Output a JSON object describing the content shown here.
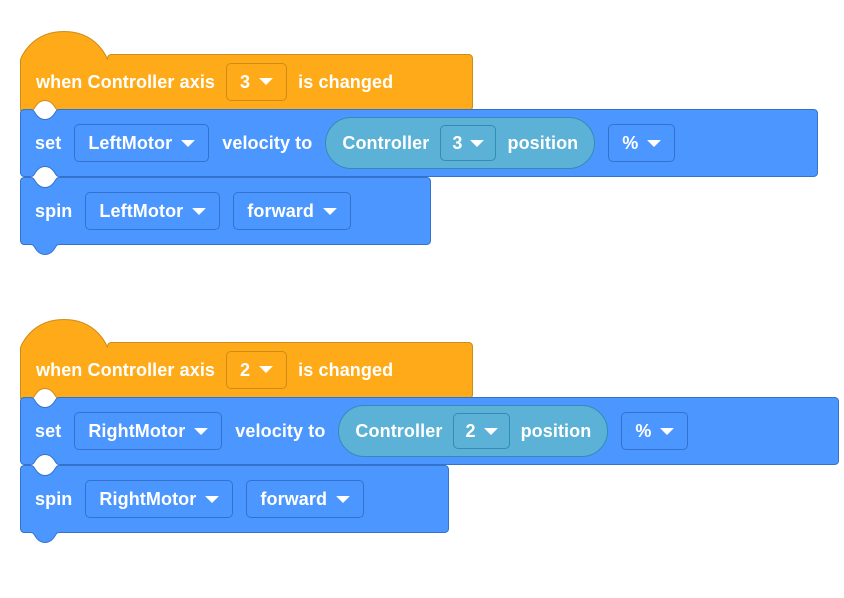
{
  "workspace": {
    "background_color": "#ffffff",
    "colors": {
      "event_block": "#FFAB19",
      "event_block_stroke": "#CF8B17",
      "motion_block": "#4C97FF",
      "motion_block_stroke": "#3373CC",
      "sensing_reporter": "#5CB1D6",
      "sensing_reporter_stroke": "#2E8EB8",
      "text": "#FFFFFF"
    }
  },
  "stacks": [
    {
      "id": "stack-1",
      "hat": {
        "text_before": "when Controller axis",
        "axis_dropdown": "3",
        "text_after": "is changed"
      },
      "set_block": {
        "keyword": "set",
        "motor_dropdown": "LeftMotor",
        "text_middle": "velocity to",
        "reporter": {
          "prefix": "Controller",
          "axis_dropdown": "3",
          "suffix": "position"
        },
        "unit_dropdown": "%"
      },
      "spin_block": {
        "keyword": "spin",
        "motor_dropdown": "LeftMotor",
        "direction_dropdown": "forward"
      }
    },
    {
      "id": "stack-2",
      "hat": {
        "text_before": "when Controller axis",
        "axis_dropdown": "2",
        "text_after": "is changed"
      },
      "set_block": {
        "keyword": "set",
        "motor_dropdown": "RightMotor",
        "text_middle": "velocity to",
        "reporter": {
          "prefix": "Controller",
          "axis_dropdown": "2",
          "suffix": "position"
        },
        "unit_dropdown": "%"
      },
      "spin_block": {
        "keyword": "spin",
        "motor_dropdown": "RightMotor",
        "direction_dropdown": "forward"
      }
    }
  ]
}
